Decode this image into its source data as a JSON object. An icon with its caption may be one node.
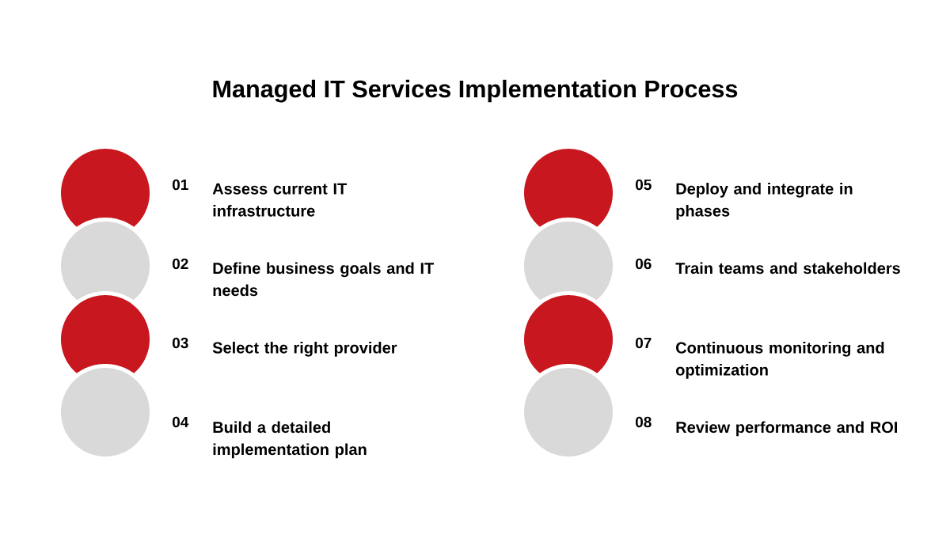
{
  "diagram": {
    "title": "Managed IT Services Implementation Process",
    "nodes": [
      {
        "text": [],
        "shape": "circle",
        "beside": [
          "01",
          "Assess current IT infrastructure"
        ]
      },
      {
        "text": [],
        "shape": "circle",
        "beside": [
          "02",
          "Define business goals and IT needs"
        ]
      },
      {
        "text": [],
        "shape": "circle",
        "beside": [
          "03",
          "Select the right provider"
        ]
      },
      {
        "text": [],
        "shape": "circle",
        "beside": [
          "04",
          "Build a detailed implementation plan"
        ]
      },
      {
        "text": [],
        "shape": "circle",
        "beside": [
          "05",
          "Deploy and integrate in phases"
        ]
      },
      {
        "text": [],
        "shape": "circle",
        "beside": [
          "06",
          "Train teams and stakeholders"
        ]
      },
      {
        "text": [],
        "shape": "circle",
        "beside": [
          "07",
          "Continuous monitoring and optimization"
        ]
      },
      {
        "text": [],
        "shape": "circle",
        "beside": [
          "08",
          "Review performance and ROI"
        ]
      }
    ]
  }
}
